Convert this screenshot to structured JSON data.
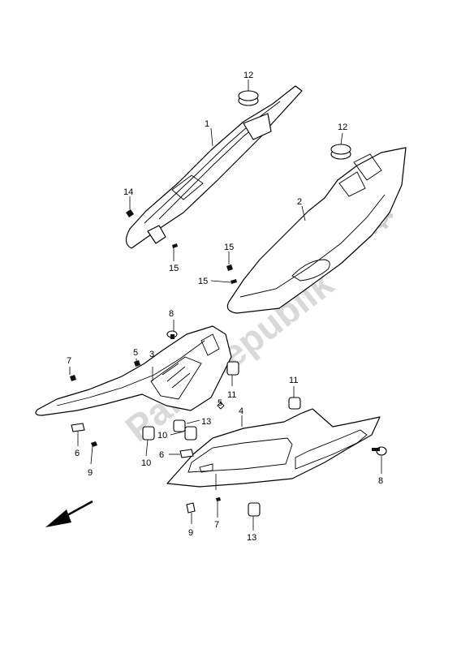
{
  "watermark": "PartsRepublik",
  "callouts": {
    "c1": "1",
    "c2": "2",
    "c3": "3",
    "c4": "4",
    "c5a": "5",
    "c5b": "5",
    "c6a": "6",
    "c6b": "6",
    "c7a": "7",
    "c7b": "7",
    "c8a": "8",
    "c8b": "8",
    "c9a": "9",
    "c9b": "9",
    "c10a": "10",
    "c10b": "10",
    "c11a": "11",
    "c11b": "11",
    "c12a": "12",
    "c12b": "12",
    "c13a": "13",
    "c13b": "13",
    "c14": "14",
    "c15a": "15",
    "c15b": "15",
    "c15c": "15"
  }
}
